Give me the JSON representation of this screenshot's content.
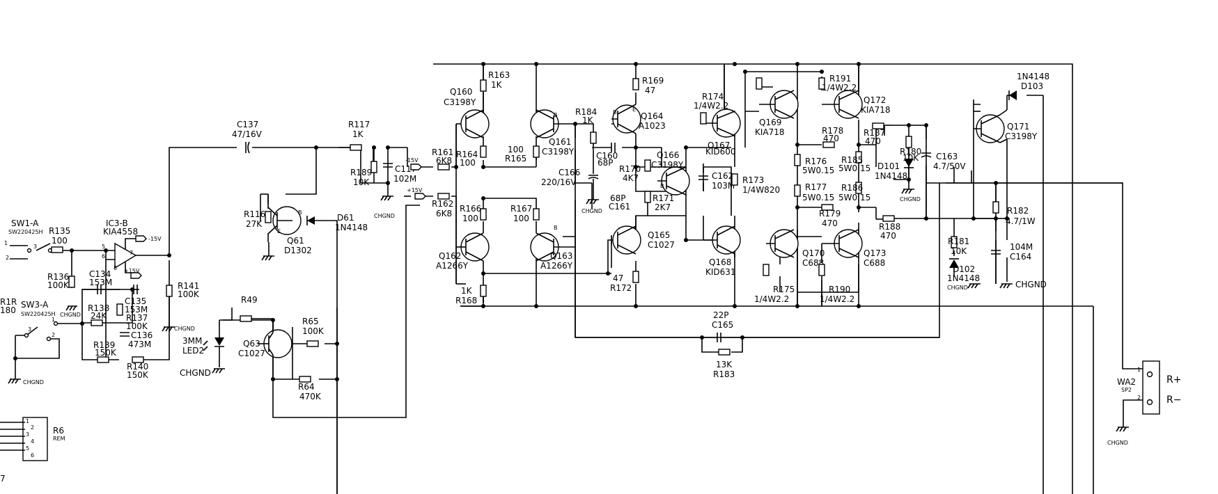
{
  "inputs": {
    "sw1": {
      "name": "SW1-A",
      "part": "SW220425H",
      "pins": [
        "1",
        "2",
        "3"
      ]
    },
    "sw3": {
      "name": "SW3-A",
      "part": "SW220425H",
      "pins": [
        "1",
        "2",
        "3"
      ]
    },
    "edge": {
      "r1r": "R1R",
      "n180": "180"
    },
    "r135": {
      "name": "R135",
      "value": "100"
    },
    "r136": {
      "name": "R136",
      "value": "100K"
    },
    "chgnd_a": "CHGND",
    "c134": {
      "name": "C134",
      "value": "153M"
    },
    "c135": {
      "name": "C135",
      "value": "153M"
    },
    "r138": {
      "name": "R138",
      "value": "24K"
    },
    "r137": {
      "name": "R137",
      "value": "100K"
    },
    "c136": {
      "name": "C136",
      "value": "473M"
    },
    "r139": {
      "name": "R139",
      "value": "150K"
    },
    "r140": {
      "name": "R140",
      "value": "150K"
    },
    "chgnd_b": "CHGND",
    "ic3": {
      "name": "IC3-B",
      "part": "KIA4558",
      "p5": "5",
      "p6": "6",
      "p7": "7",
      "p8": "8",
      "neg": "-15V",
      "pos": "+15V"
    },
    "r141": {
      "name": "R141",
      "value": "100K"
    },
    "chgnd_c": "CHGND",
    "r6": {
      "name": "R6",
      "sub": "REM",
      "pins": [
        "1",
        "2",
        "3",
        "4",
        "5",
        "6"
      ]
    },
    "edge7": "7"
  },
  "front": {
    "c137": {
      "name": "C137",
      "value": "47/16V"
    },
    "r117": {
      "name": "R117",
      "value": "1K"
    },
    "r189": {
      "name": "R189",
      "value": "10K"
    },
    "c117": {
      "name": "C117",
      "value": "102M"
    },
    "chgnd": "CHGND",
    "r116": {
      "name": "R116",
      "value": "27K"
    },
    "q61": {
      "name": "Q61",
      "part": "D1302",
      "b": "B",
      "e": "E"
    },
    "d61": {
      "name": "D61",
      "part": "1N4148"
    },
    "r49": {
      "name": "R49"
    },
    "led2": {
      "size": "3MM",
      "name": "LED2",
      "gnd": "CHGND"
    },
    "q63": {
      "name": "Q63",
      "part": "C1027"
    },
    "r65": {
      "name": "R65",
      "value": "100K"
    },
    "r64": {
      "name": "R64",
      "value": "470K"
    },
    "neg15": "-15V",
    "pos15": "+15V",
    "r161": {
      "name": "R161",
      "value": "6K8"
    },
    "r162": {
      "name": "R162",
      "value": "6K8"
    }
  },
  "diff": {
    "q160": {
      "name": "Q160",
      "part": "C3198Y"
    },
    "r163": {
      "name": "R163",
      "value": "1K"
    },
    "r164": {
      "name": "R164",
      "value": "100"
    },
    "r165": {
      "name": "R165",
      "value": "100"
    },
    "q161": {
      "name": "Q161",
      "part": "C3198Y",
      "b": "B"
    },
    "r184": {
      "name": "R184",
      "value": "1K"
    },
    "c166": {
      "name": "C166",
      "value": "220/16V"
    },
    "chgnd": "CHGND",
    "q162": {
      "name": "Q162",
      "part": "A1266Y"
    },
    "r166": {
      "name": "R166",
      "value": "100"
    },
    "r167": {
      "name": "R167",
      "value": "100"
    },
    "q163": {
      "name": "Q163",
      "part": "A1266Y",
      "b": "B"
    },
    "r168": {
      "name": "R168",
      "value": "1K"
    }
  },
  "vas": {
    "r169": {
      "name": "R169",
      "value": "47"
    },
    "q164": {
      "name": "Q164",
      "part": "A1023",
      "b": "B",
      "e": "E"
    },
    "c160": {
      "name": "C160",
      "value": "68P"
    },
    "r170": {
      "name": "R170",
      "value": "4K7"
    },
    "q166": {
      "name": "Q166",
      "part": "C3198Y",
      "b": "B"
    },
    "r171": {
      "name": "R171",
      "value": "2K7"
    },
    "c161": {
      "name": "C161",
      "value": "68P"
    },
    "q165": {
      "name": "Q165",
      "part": "C1027"
    },
    "r172": {
      "name": "R172",
      "value": "47"
    },
    "c162": {
      "name": "C162",
      "value": "103M"
    },
    "c165": {
      "name": "C165",
      "value": "22P"
    },
    "r183": {
      "name": "R183",
      "value": "13K"
    }
  },
  "output": {
    "r174": {
      "name": "R174",
      "value": "1/4W2.2"
    },
    "q167": {
      "name": "Q167",
      "part": "KID600"
    },
    "r173": {
      "name": "R173",
      "value": "1/4W820"
    },
    "q168": {
      "name": "Q168",
      "part": "KID631"
    },
    "q169": {
      "name": "Q169",
      "part": "KIA718"
    },
    "r191": {
      "name": "R191",
      "value": "1/4W2.2"
    },
    "q172": {
      "name": "Q172",
      "part": "KIA718"
    },
    "r178": {
      "name": "R178",
      "value": "470"
    },
    "r187": {
      "name": "R187",
      "value": "470"
    },
    "r176": {
      "name": "R176",
      "value": "5W0.15"
    },
    "r185": {
      "name": "R185",
      "value": "5W0.15"
    },
    "r177": {
      "name": "R177",
      "value": "5W0.15"
    },
    "r186": {
      "name": "R186",
      "value": "5W0.15"
    },
    "r179": {
      "name": "R179",
      "value": "470"
    },
    "r188": {
      "name": "R188",
      "value": "470"
    },
    "q170": {
      "name": "Q170",
      "part": "C688"
    },
    "q173": {
      "name": "Q173",
      "part": "C688"
    },
    "r175": {
      "name": "R175",
      "value": "1/4W2.2"
    },
    "r190": {
      "name": "R190",
      "value": "1/4W2.2"
    },
    "r180": {
      "name": "R180",
      "value": "10K"
    },
    "d101": {
      "name": "D101",
      "part": "1N4148"
    },
    "chgnd": "CHGND",
    "c163": {
      "name": "C163",
      "value": "4.7/50V"
    }
  },
  "protect": {
    "d103": {
      "name": "D103",
      "part": "1N4148"
    },
    "q171": {
      "name": "Q171",
      "part": "C3198Y"
    },
    "r182": {
      "name": "R182",
      "value": "4.7/1W"
    },
    "c164": {
      "name": "C164",
      "value": "104M"
    },
    "r181": {
      "name": "R181",
      "value": "10K"
    },
    "d102": {
      "name": "D102",
      "part": "1N4148"
    },
    "chgnd_a": "CHGND",
    "chgnd_b": "CHGND"
  },
  "conn": {
    "wa2": {
      "name": "WA2",
      "sub": "SP2",
      "p1": "1",
      "p2": "2"
    },
    "rplus": "R+",
    "rminus": "R−",
    "chgnd": "CHGND"
  }
}
